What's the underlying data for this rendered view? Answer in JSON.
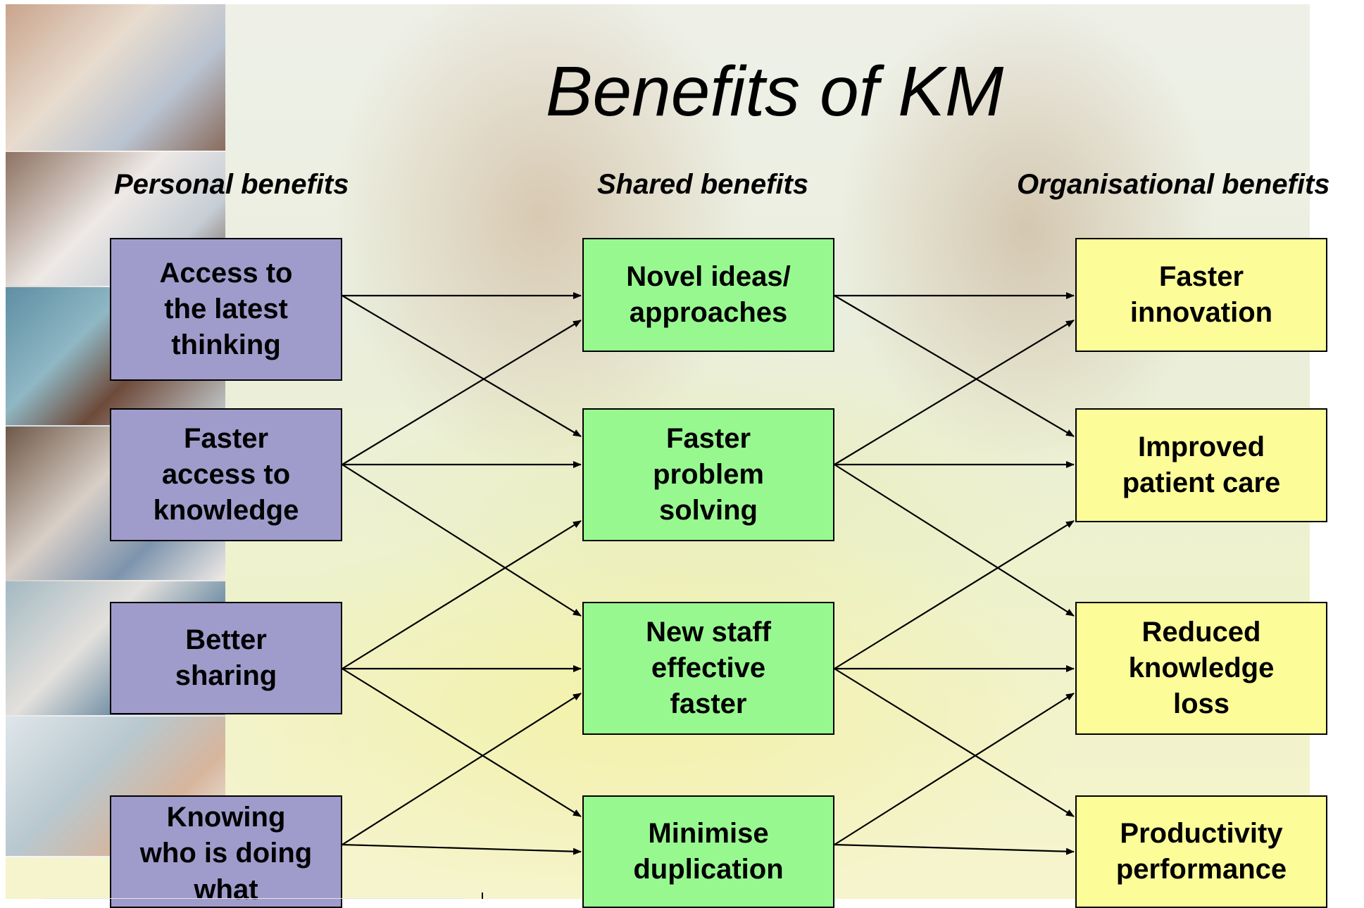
{
  "title": "Benefits of KM",
  "columns": {
    "personal": "Personal benefits",
    "shared": "Shared benefits",
    "organisational": "Organisational benefits"
  },
  "personal_benefits": [
    "Access to\nthe latest\nthinking",
    "Faster\naccess to\nknowledge",
    "Better\nsharing",
    "Knowing\nwho is doing\nwhat"
  ],
  "shared_benefits": [
    "Novel ideas/\napproaches",
    "Faster\nproblem\nsolving",
    "New staff\neffective\nfaster",
    "Minimise\nduplication"
  ],
  "organisational_benefits": [
    "Faster\ninnovation",
    "Improved\npatient care",
    "Reduced\nknowledge\nloss",
    "Productivity\nperformance"
  ],
  "colors": {
    "personal": "#9f9ccc",
    "shared": "#98f890",
    "organisational": "#fcfc98",
    "arrow": "#000000"
  },
  "connections": {
    "personal_to_shared": [
      [
        0,
        0
      ],
      [
        0,
        1
      ],
      [
        1,
        0
      ],
      [
        1,
        1
      ],
      [
        1,
        2
      ],
      [
        2,
        1
      ],
      [
        2,
        2
      ],
      [
        2,
        3
      ],
      [
        3,
        2
      ],
      [
        3,
        3
      ]
    ],
    "shared_to_organisational": [
      [
        0,
        0
      ],
      [
        0,
        1
      ],
      [
        1,
        0
      ],
      [
        1,
        1
      ],
      [
        1,
        2
      ],
      [
        2,
        1
      ],
      [
        2,
        2
      ],
      [
        2,
        3
      ],
      [
        3,
        2
      ],
      [
        3,
        3
      ]
    ]
  }
}
